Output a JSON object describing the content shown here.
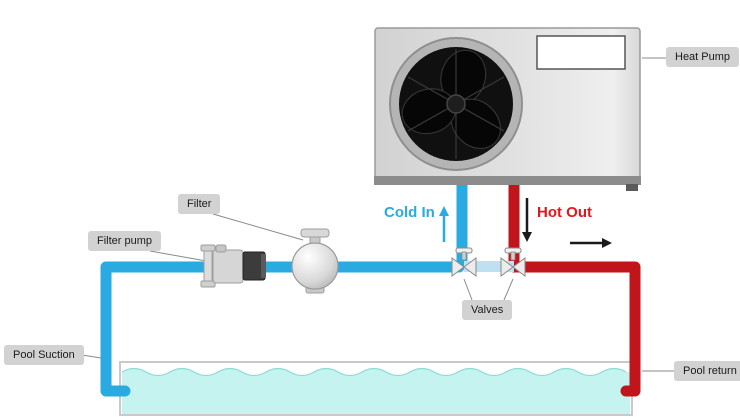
{
  "diagram": {
    "labels": {
      "heat_pump": "Heat Pump",
      "filter": "Filter",
      "filter_pump": "Filter pump",
      "pool_suction": "Pool Suction",
      "valves": "Valves",
      "pool_return": "Pool return",
      "cold_in": "Cold In",
      "hot_out": "Hot Out"
    },
    "colors": {
      "cold_pipe": "#29abe2",
      "hot_pipe": "#c0151b",
      "cold_text": "#29abe2",
      "hot_text": "#e8141c",
      "label_bg": "#d2d2d2",
      "pool_water": "#c5f3ef",
      "unit_body": "#dedede",
      "fan_dark": "#101010"
    }
  }
}
